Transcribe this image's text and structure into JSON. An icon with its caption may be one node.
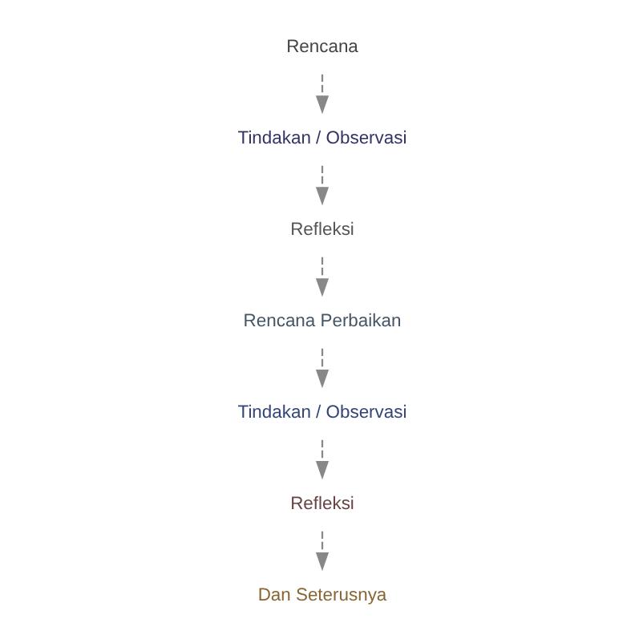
{
  "diagram": {
    "nodes": [
      {
        "text": [
          "Rencana"
        ]
      },
      {
        "text": [
          "Refleksi"
        ]
      },
      {
        "text": [
          "Tindakan / Observasi"
        ]
      },
      {
        "text": [
          "Rencana Perbaikan"
        ]
      },
      {
        "text": [
          "Refleksi"
        ]
      },
      {
        "text": [
          "Tindakan / Observasi"
        ]
      },
      {
        "text": [
          "Dan Seterusnya"
        ]
      }
    ],
    "edges": [
      {
        "from": 0,
        "to": 2,
        "arrow": "to"
      },
      {
        "from": 2,
        "to": 1,
        "arrow": "to"
      },
      {
        "from": 1,
        "to": 3,
        "arrow": "to"
      },
      {
        "from": 3,
        "to": 5,
        "arrow": "to"
      },
      {
        "from": 5,
        "to": 4,
        "arrow": "to"
      },
      {
        "from": 4,
        "to": 6,
        "arrow": "to"
      }
    ]
  }
}
